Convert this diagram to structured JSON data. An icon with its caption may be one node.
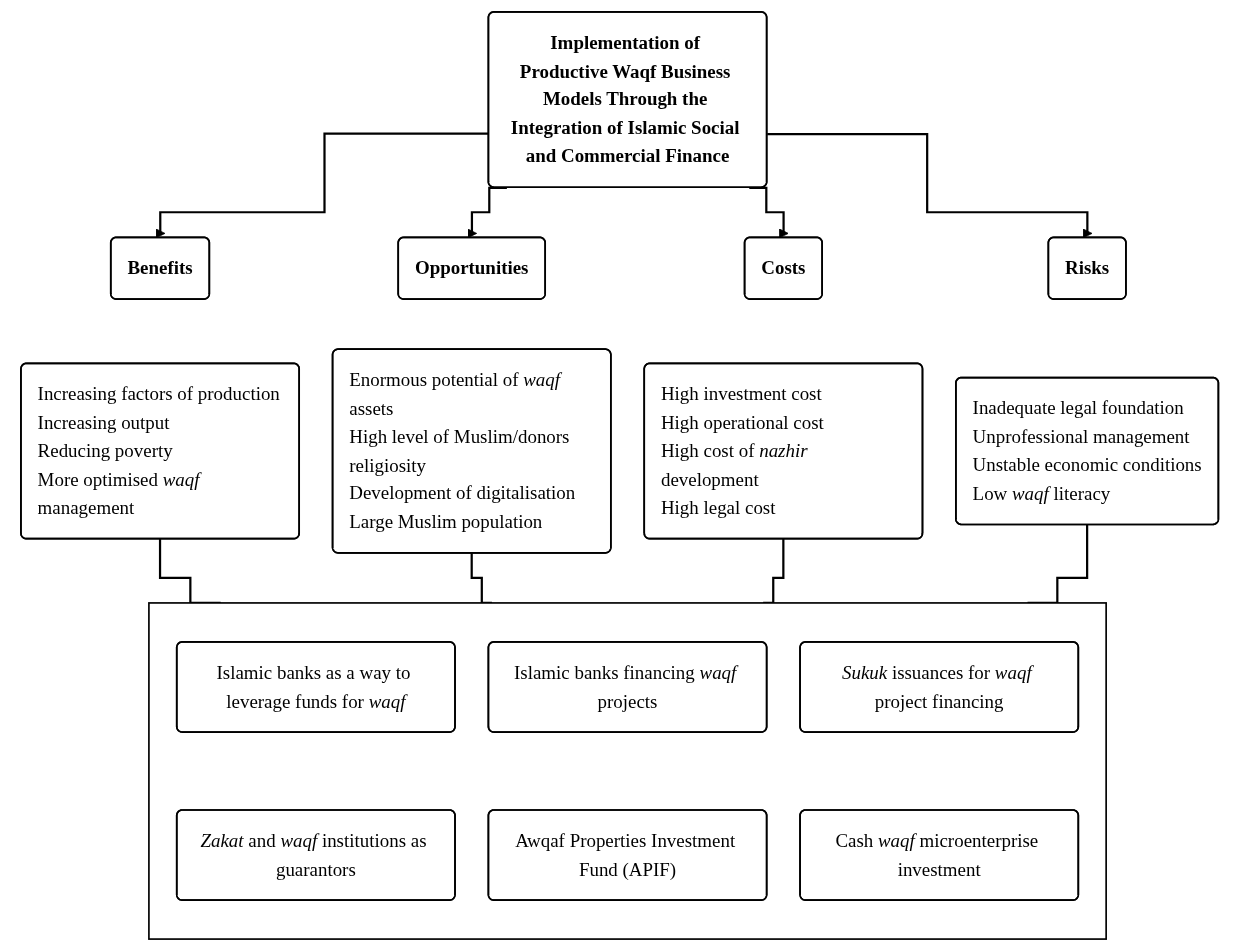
{
  "diagram": {
    "nodes": [
      {
        "text": [
          "Implementation of Productive Waqf Business Models Through the Integration of Islamic Social and Commercial Finance"
        ]
      },
      {
        "text": [
          "Benefits"
        ]
      },
      {
        "text": [
          "Increasing factors of production",
          "Increasing output",
          "Reducing poverty",
          "More optimised *waqf* management"
        ]
      },
      {
        "text": [
          "Opportunities"
        ]
      },
      {
        "text": [
          "Enormous potential of *waqf* assets",
          "High level of Muslim/donors religiosity",
          "Development of digitalisation",
          "Large Muslim population"
        ]
      },
      {
        "text": [
          "Costs"
        ]
      },
      {
        "text": [
          "High investment cost",
          "High operational cost",
          "High cost of *nazhir* development",
          "High legal cost"
        ]
      },
      {
        "text": [
          "Risks"
        ]
      },
      {
        "text": [
          "Inadequate legal foundation",
          "Unprofessional management",
          "Unstable economic conditions",
          "Low *waqf* literacy"
        ]
      },
      {
        "text": [],
        "shape": "box"
      },
      {
        "text": [
          "Islamic banks as a way to leverage funds for *waqf*"
        ],
        "in": 9
      },
      {
        "text": [
          "Islamic banks financing *waqf* projects"
        ],
        "in": 9
      },
      {
        "text": [
          "*Sukuk* issuances for *waqf* project financing"
        ],
        "in": 9
      },
      {
        "text": [
          "*Zakat* and *waqf* institutions as guarantors"
        ],
        "in": 9
      },
      {
        "text": [
          "Awqaf Properties Investment Fund (APIF)"
        ],
        "in": 9
      },
      {
        "text": [
          "Cash *waqf* microenterprise investment"
        ],
        "in": 9
      }
    ],
    "edges": [
      {
        "from": 0,
        "to": 1,
        "arrow": "to"
      },
      {
        "from": 0,
        "to": 3,
        "arrow": "to"
      },
      {
        "from": 0,
        "to": 5,
        "arrow": "to"
      },
      {
        "from": 0,
        "to": 7,
        "arrow": "to"
      },
      {
        "from": 2,
        "to": 9,
        "arrow": "none"
      },
      {
        "from": 4,
        "to": 9,
        "arrow": "none"
      },
      {
        "from": 6,
        "to": 9,
        "arrow": "none"
      },
      {
        "from": 8,
        "to": 9,
        "arrow": "none"
      }
    ]
  }
}
